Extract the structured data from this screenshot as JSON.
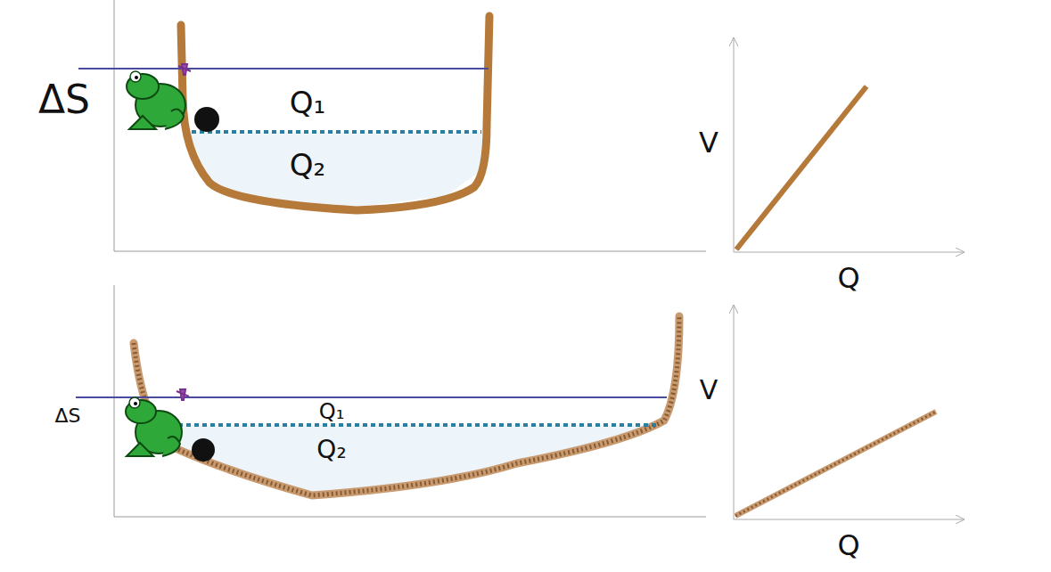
{
  "diagram": {
    "labels": [
      "ΔS",
      "Q₁",
      "Q₂",
      "V",
      "Q",
      "ΔS",
      "Q₁",
      "Q₂",
      "V",
      "Q"
    ]
  }
}
